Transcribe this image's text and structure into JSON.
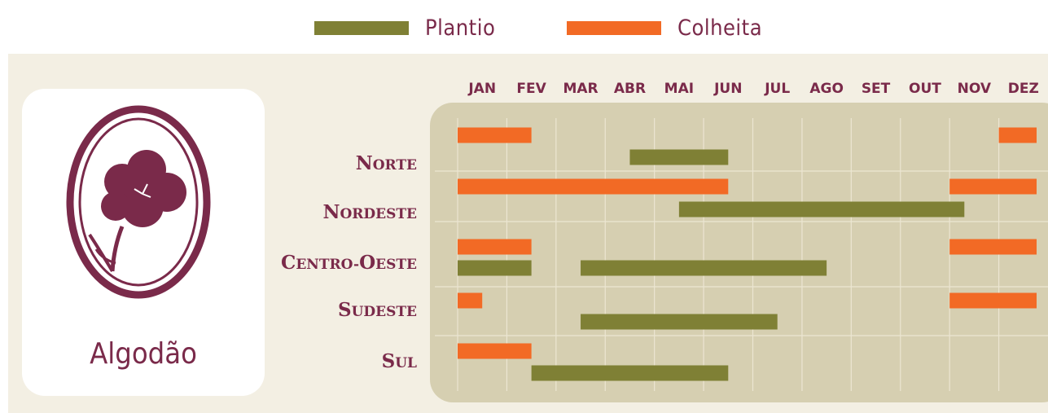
{
  "legend": {
    "plantio_label": "Plantio",
    "colheita_label": "Colheita"
  },
  "crop": {
    "name": "Algodão",
    "icon": "cotton-flower-icon"
  },
  "colors": {
    "plantio": "#7f8035",
    "colheita": "#f26a25",
    "chart_bg": "#d6cfb1",
    "panel_bg": "#f3efe3",
    "accent": "#7a2a4a",
    "grid": "#ece6d2"
  },
  "chart_data": {
    "type": "bar",
    "orientation": "horizontal-range",
    "categories": [
      "JAN",
      "FEV",
      "MAR",
      "ABR",
      "MAI",
      "JUN",
      "JUL",
      "AGO",
      "SET",
      "OUT",
      "NOV",
      "DEZ"
    ],
    "regions": [
      {
        "name_initial": "N",
        "name_rest": "ORTE",
        "bars": [
          {
            "series": "colheita",
            "start": 0.0,
            "end": 1.5
          },
          {
            "series": "colheita",
            "start": 11.0,
            "end": 11.8
          },
          {
            "series": "plantio",
            "start": 3.5,
            "end": 5.5
          }
        ]
      },
      {
        "name_initial": "N",
        "name_rest": "ORDESTE",
        "bars": [
          {
            "series": "colheita",
            "start": 0.0,
            "end": 5.5
          },
          {
            "series": "colheita",
            "start": 10.0,
            "end": 11.8
          },
          {
            "series": "plantio",
            "start": 4.5,
            "end": 10.3
          }
        ]
      },
      {
        "name_initial": "C",
        "name_rest": "ENTRO-",
        "name_initial2": "O",
        "name_rest2": "ESTE",
        "bars": [
          {
            "series": "colheita",
            "start": 0.0,
            "end": 1.5
          },
          {
            "series": "colheita",
            "start": 10.0,
            "end": 11.8
          },
          {
            "series": "plantio",
            "start": 0.0,
            "end": 1.5
          },
          {
            "series": "plantio",
            "start": 2.5,
            "end": 7.5
          }
        ]
      },
      {
        "name_initial": "S",
        "name_rest": "UDESTE",
        "bars": [
          {
            "series": "colheita",
            "start": 0.0,
            "end": 0.5
          },
          {
            "series": "colheita",
            "start": 10.0,
            "end": 11.8
          },
          {
            "series": "plantio",
            "start": 2.5,
            "end": 6.5
          }
        ]
      },
      {
        "name_initial": "S",
        "name_rest": "UL",
        "bars": [
          {
            "series": "colheita",
            "start": 0.0,
            "end": 1.5
          },
          {
            "series": "plantio",
            "start": 1.5,
            "end": 5.5
          }
        ]
      }
    ]
  }
}
